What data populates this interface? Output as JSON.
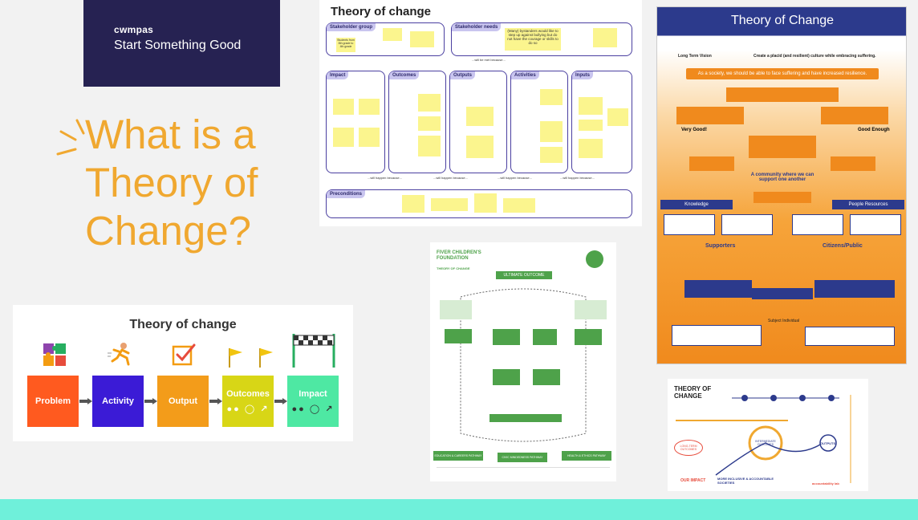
{
  "logo": {
    "brand": "cwmpas",
    "tagline": "Start Something Good"
  },
  "title": "What is a Theory of Change?",
  "colors": {
    "logo_bg": "#262252",
    "title": "#f0a830",
    "band": "#6ff0da"
  },
  "flow_card": {
    "title": "Theory of change",
    "steps": [
      {
        "label": "Problem",
        "color": "#ff5a1f",
        "icon": "puzzle-icon"
      },
      {
        "label": "Activity",
        "color": "#3b1bd6",
        "icon": "runner-icon"
      },
      {
        "label": "Output",
        "color": "#f39c1a",
        "icon": "checkbox-icon"
      },
      {
        "label": "Outcomes",
        "color": "#d8d616",
        "icon": "flags-icon"
      },
      {
        "label": "Impact",
        "color": "#4ee8a3",
        "icon": "finish-line-icon"
      }
    ]
  },
  "diagram_card": {
    "title": "Theory of change",
    "stakeholder_group": "Stakeholder group",
    "stakeholder_needs": "Stakeholder needs",
    "will_be_met": "...will be met because...",
    "will_happen": "...will happen because...",
    "columns": [
      "Impact",
      "Outcomes",
      "Outputs",
      "Activities",
      "Inputs"
    ],
    "preconditions": "Preconditions",
    "needs_quote": "(Many) bystanders would like to step up against bullying but do not have the courage or skills to do so",
    "sticky_students": "Students from 8th grade to 4th grade"
  },
  "poster_card": {
    "title": "Theory of Change",
    "vision_label": "Long Term Vision",
    "vision_text": "Create a placid (and resilient) culture while embracing suffering.",
    "society_banner": "As a society, we should be able to face suffering and have increased resilience.",
    "center_text": "A community where we can support one another",
    "very_good": "Very Good!",
    "good_enough": "Good Enough",
    "knowledge": "Knowledge",
    "people_resources": "People Resources",
    "supporters": "Supporters",
    "citizens": "Citizens/Public",
    "subject": "Subject Individual",
    "colors": {
      "bg": "#f6a43a",
      "header": "#2c3a8c",
      "box": "#f08a1d"
    }
  },
  "fiver_card": {
    "org": "FIVER CHILDREN'S FOUNDATION",
    "subtitle": "THEORY OF CHANGE",
    "ultimate": "ULTIMATE OUTCOME",
    "pathways": [
      "EDUCATION & CAREERS PATHWAY",
      "CIVIC MINDEDNESS PATHWAY",
      "HEALTH & ETHICS PATHWAY"
    ]
  },
  "acc_card": {
    "title": "THEORY OF CHANGE",
    "our_impact": "OUR IMPACT",
    "impact_text": "MORE INCLUSIVE & ACCOUNTABLE SOCIETIES",
    "outputs": "OUTPUTS",
    "long_term": "LONG-TERM OUTCOMES",
    "intermediate": "INTERMEDIATE OUTCOMES",
    "footer": "accountability lab"
  }
}
